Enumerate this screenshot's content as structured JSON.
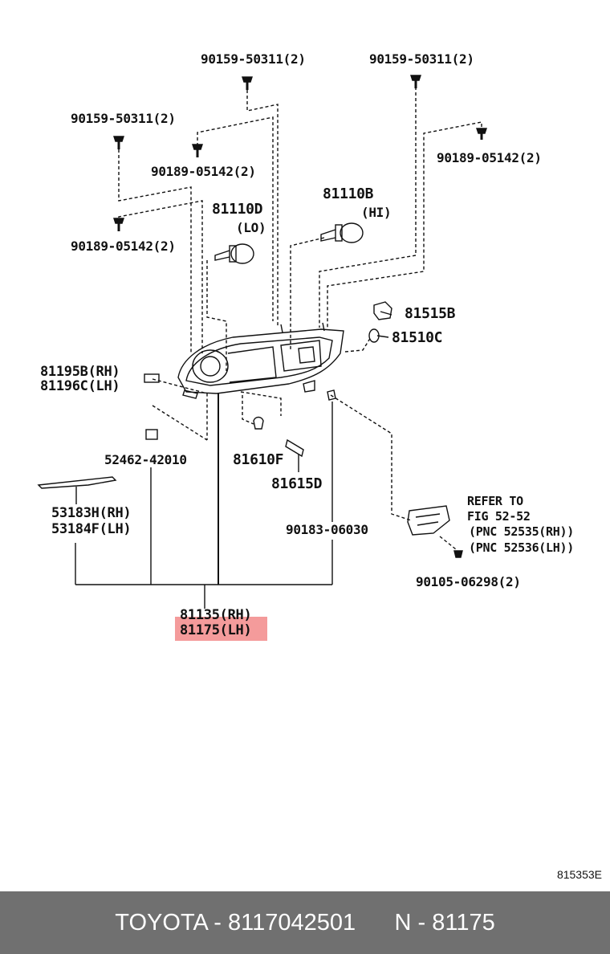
{
  "labels": {
    "bolt_top_left": "90159-50311(2)",
    "bolt_top_right": "90159-50311(2)",
    "bolt_mid_left": "90159-50311(2)",
    "nut_mid": "90189-05142(2)",
    "nut_right": "90189-05142(2)",
    "nut_left": "90189-05142(2)",
    "bulb_lo_num": "81110D",
    "bulb_lo_tag": "(LO)",
    "bulb_hi_num": "81110B",
    "bulb_hi_tag": "(HI)",
    "part_81515": "81515B",
    "part_81510": "81510C",
    "part_81195_rh": "81195B(RH)",
    "part_81196_lh": "81196C(LH)",
    "part_52462": "52462-42010",
    "part_81610": "81610F",
    "part_81615": "81615D",
    "part_53183_rh": "53183H(RH)",
    "part_53184_lh": "53184F(LH)",
    "part_90183": "90183-06030",
    "refer_line1": "REFER TO",
    "refer_line2": "FIG 52-52",
    "refer_line3": "(PNC 52535(RH))",
    "refer_line4": "(PNC 52536(LH))",
    "part_90105": "90105-06298(2)",
    "assy_rh": "81135(RH)",
    "assy_lh": "81175(LH)"
  },
  "image_id": "815353E",
  "footer": {
    "brand": "TOYOTA",
    "part_number": "8117042501",
    "pnc": "N - 81175",
    "text": "TOYOTA - 8117042501      N - 81175"
  },
  "highlight_color": "#f07a7a"
}
